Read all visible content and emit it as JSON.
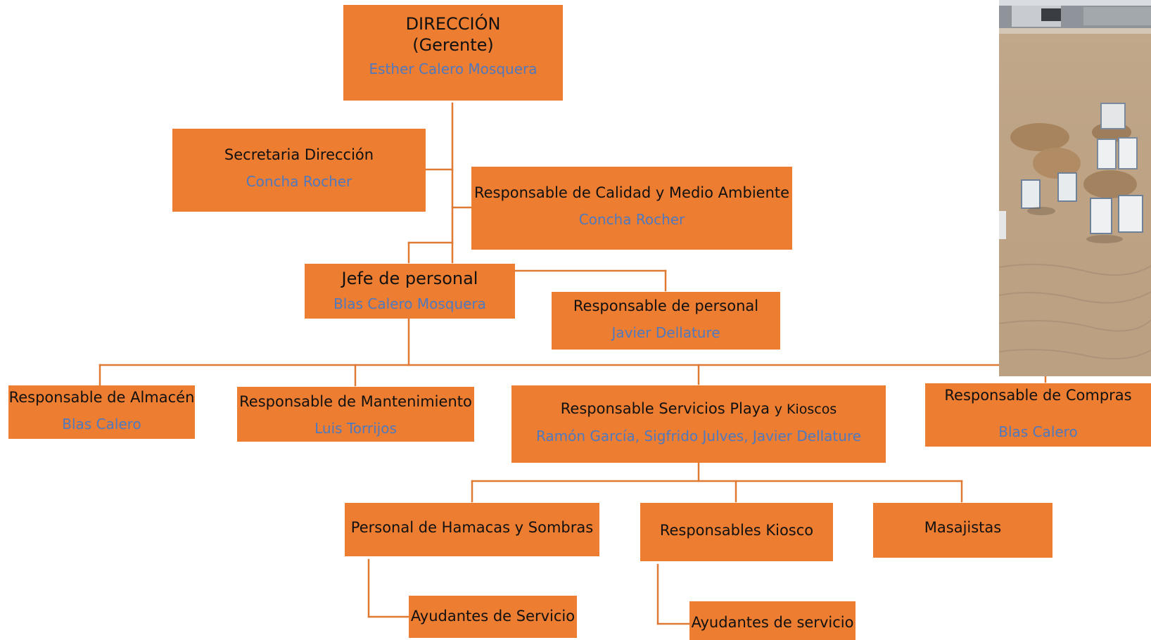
{
  "nodes": {
    "direccion": {
      "title": "DIRECCIÓN",
      "subtitle": "(Gerente)",
      "name": "Esther Calero Mosquera"
    },
    "secretaria": {
      "title": "Secretaria Dirección",
      "name": "Concha Rocher"
    },
    "calidad": {
      "title": "Responsable de Calidad y Medio Ambiente",
      "name": "Concha Rocher"
    },
    "jefe_personal": {
      "title": "Jefe de personal",
      "name": "Blas Calero Mosquera"
    },
    "resp_personal": {
      "title": "Responsable de personal",
      "name": "Javier Dellature"
    },
    "almacen": {
      "title": "Responsable de Almacén",
      "name": "Blas Calero"
    },
    "mantenimiento": {
      "title": "Responsable de Mantenimiento",
      "name": "Luis Torrijos"
    },
    "servicios_playa": {
      "title": "Responsable Servicios Playa",
      "title_small": "y Kioscos",
      "name": "Ramón García, Sigfrido Julves, Javier Dellature"
    },
    "compras": {
      "title": "Responsable de Compras",
      "name": "Blas Calero"
    },
    "hamacas": {
      "title": "Personal de Hamacas y Sombras"
    },
    "kiosco": {
      "title": "Responsables Kiosco"
    },
    "masajistas": {
      "title": "Masajistas"
    },
    "ayudantes_1": {
      "title": "Ayudantes de Servicio"
    },
    "ayudantes_2": {
      "title": "Ayudantes de servicio"
    }
  },
  "colors": {
    "box": "#ed7d31",
    "line": "#e07a33",
    "name_text": "#4f79bf"
  }
}
